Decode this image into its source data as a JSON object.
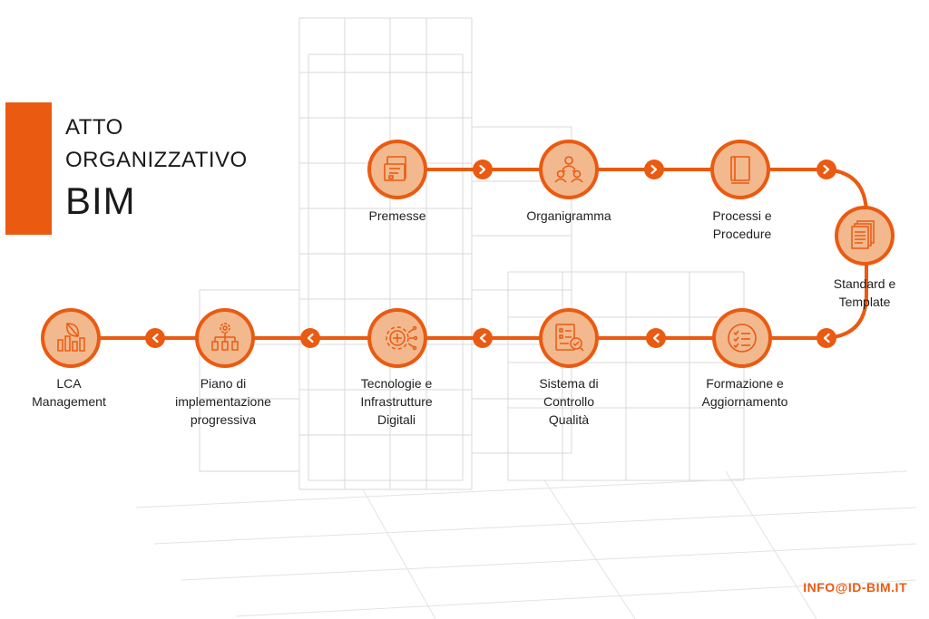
{
  "header": {
    "title_line1": "ATTO",
    "title_line2": "ORGANIZZATIVO",
    "title_line3": "BIM"
  },
  "steps": [
    {
      "label": "Premesse",
      "icon": "document-stack-icon"
    },
    {
      "label": "Organigramma",
      "icon": "people-org-icon"
    },
    {
      "label": "Processi e\nProcedure",
      "icon": "book-icon"
    },
    {
      "label": "Standard e\nTemplate",
      "icon": "pages-stack-icon"
    },
    {
      "label": "Formazione e\nAggiornamento",
      "icon": "checklist-circle-icon"
    },
    {
      "label": "Sistema di\nControllo\nQualità",
      "icon": "checklist-magnifier-icon"
    },
    {
      "label": "Tecnologie e\nInfrastrutture\nDigitali",
      "icon": "gear-circuit-icon"
    },
    {
      "label": "Piano di\nimplementazione\nprogressiva",
      "icon": "hierarchy-gear-icon"
    },
    {
      "label": "LCA\nManagement",
      "icon": "leaf-bars-icon"
    }
  ],
  "footer": {
    "email": "INFO@ID-BIM.IT"
  },
  "colors": {
    "accent": "#ea5a11",
    "node_fill": "#f2b98e",
    "text": "#1f1f1f"
  }
}
